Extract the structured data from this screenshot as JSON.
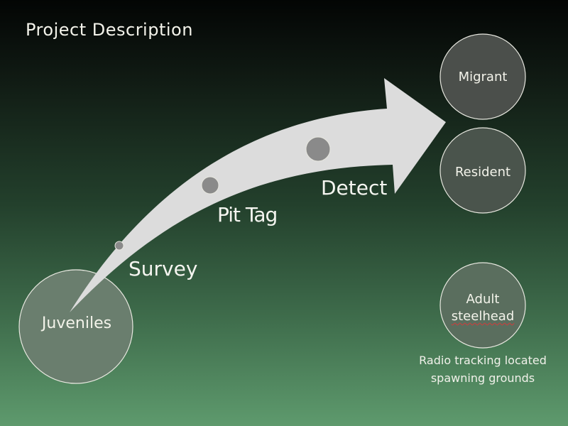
{
  "title": "Project  Description",
  "stages": {
    "survey": "Survey",
    "pit_tag": "Pit Tag",
    "detect": "Detect"
  },
  "circles": {
    "juveniles": "Juveniles",
    "migrant": "Migrant",
    "resident": "Resident",
    "adult_line1": "Adult",
    "adult_line2": "steelhead"
  },
  "note": {
    "line1": "Radio tracking located",
    "line2": "spawning grounds"
  },
  "colors": {
    "arrow": "#dcdcdc",
    "dot": "#8a8a8a",
    "circle_fill_dark": "#4f534f",
    "circle_fill_light": "#6b7f6f",
    "circle_stroke": "#e8e8e0",
    "text": "#f3f3ea"
  }
}
